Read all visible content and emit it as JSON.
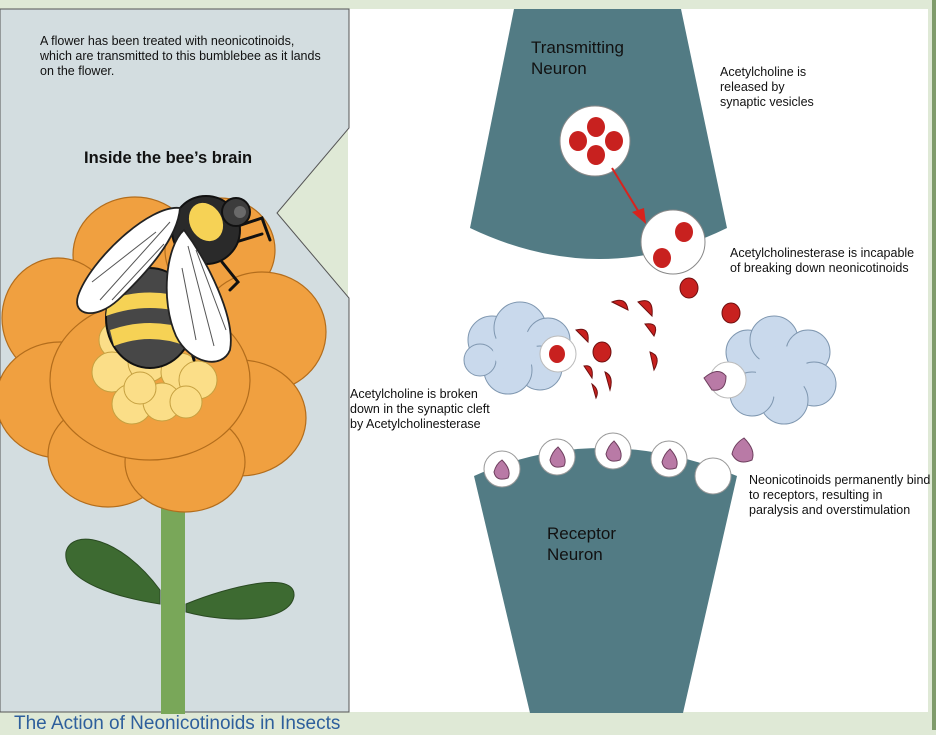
{
  "intro_text": "A flower has been treated with neonicotinoids, which are transmitted to this bumblebee as it lands on the flower.",
  "inset_title": "Inside the bee’s brain",
  "transmitting_neuron": "Transmitting Neuron",
  "receptor_neuron": "Receptor Neuron",
  "notes": {
    "ach_released": "Acetylcholine is released by synaptic vesicles",
    "ache_incapable": "Acetylcholinesterase is incapable of breaking down neonicotinoids",
    "ach_broken_down": "Acetylcholine is broken down in the synaptic cleft by Acetylcholinesterase",
    "neo_bind": "Neonicotinoids permanently bind to receptors, resulting in paralysis and overstimulation"
  },
  "caption": "The Action of Neonicotinoids in Insects",
  "colors": {
    "background": "#dfe9d6",
    "inset_panel": "#d3dde0",
    "neuron": "#527b84",
    "acetylcholine": "#c8211f",
    "neonicotinoid": "#b97aa6",
    "enzyme": "#c9d9ec",
    "petal": "#f0a040",
    "flower_center": "#fbde88",
    "stem": "#79a759",
    "leaf": "#3d6a31"
  }
}
